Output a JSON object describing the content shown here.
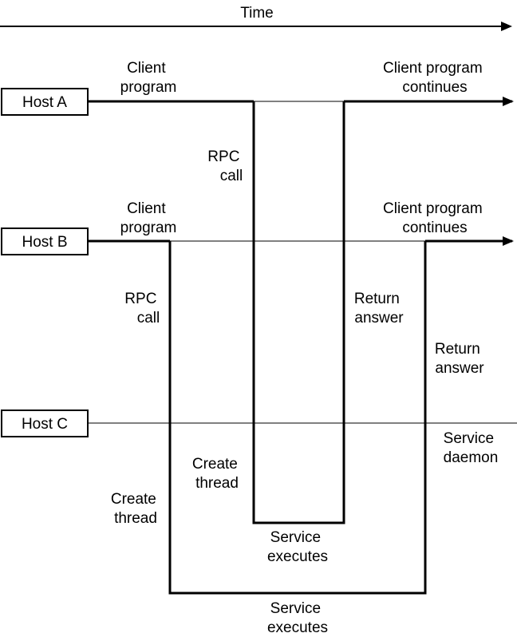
{
  "time_label": "Time",
  "hosts": {
    "a": "Host A",
    "b": "Host B",
    "c": "Host C"
  },
  "host_a": {
    "client_program": [
      "Client",
      "program"
    ],
    "client_continues": [
      "Client program",
      "continues"
    ],
    "rpc_call": [
      "RPC",
      "call"
    ]
  },
  "host_b": {
    "client_program": [
      "Client",
      "program"
    ],
    "client_continues": [
      "Client program",
      "continues"
    ],
    "rpc_call": [
      "RPC",
      "call"
    ],
    "return_answer_a": [
      "Return",
      "answer"
    ],
    "return_answer_b": [
      "Return",
      "answer"
    ]
  },
  "host_c": {
    "service_daemon": [
      "Service",
      "daemon"
    ],
    "create_thread_a": [
      "Create",
      "thread"
    ],
    "create_thread_b": [
      "Create",
      "thread"
    ],
    "service_executes_a": [
      "Service",
      "executes"
    ],
    "service_executes_b": [
      "Service",
      "executes"
    ]
  }
}
